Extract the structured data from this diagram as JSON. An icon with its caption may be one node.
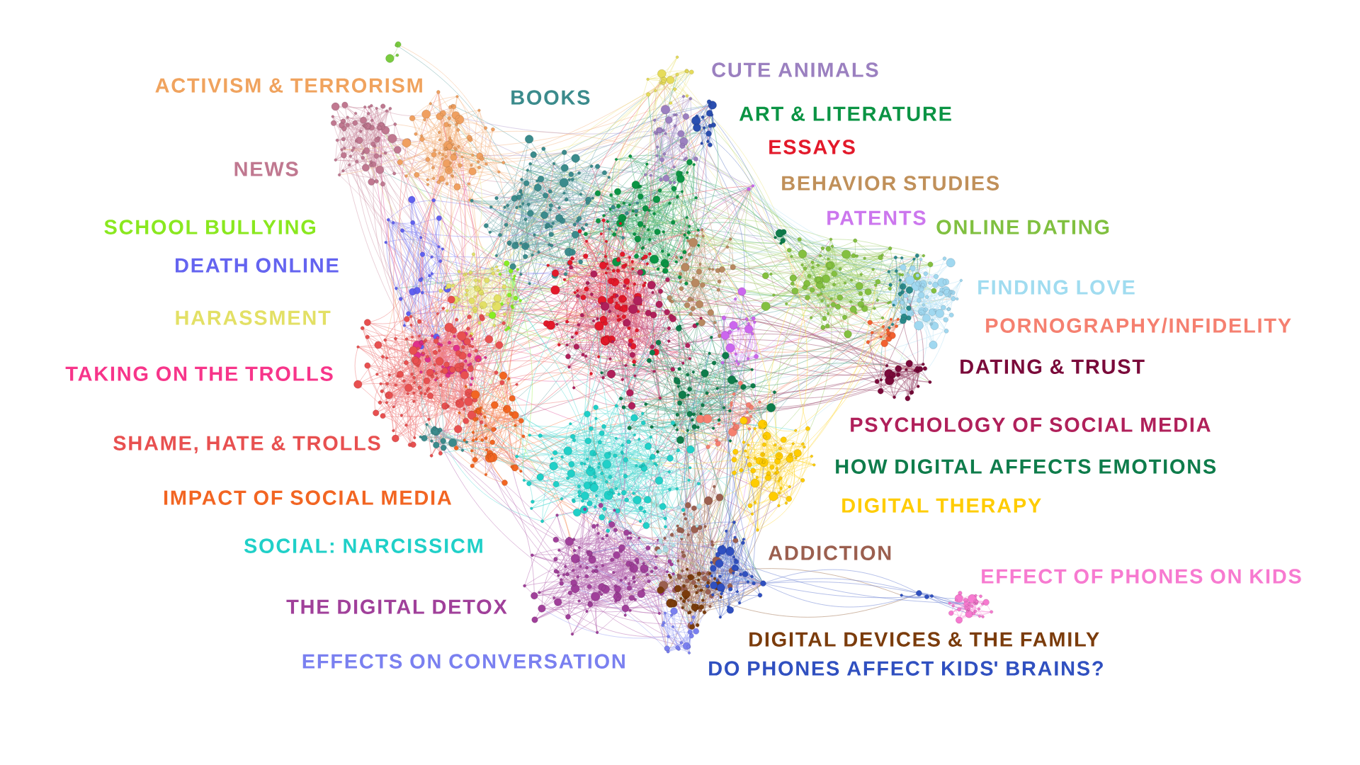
{
  "diagram": {
    "labels": [
      "CUTE ANIMALS",
      "ACTIVISM & TERRORISM",
      "BOOKS",
      "ART & LITERATURE",
      "ESSAYS",
      "NEWS",
      "BEHAVIOR STUDIES",
      "PATENTS",
      "SCHOOL BULLYING",
      "ONLINE DATING",
      "DEATH ONLINE",
      "FINDING LOVE",
      "HARASSMENT",
      "PORNOGRAPHY/INFIDELITY",
      "DATING & TRUST",
      "TAKING ON THE TROLLS",
      "PSYCHOLOGY OF SOCIAL MEDIA",
      "SHAME, HATE & TROLLS",
      "HOW DIGITAL AFFECTS EMOTIONS",
      "IMPACT OF SOCIAL MEDIA",
      "DIGITAL THERAPY",
      "SOCIAL: NARCISSICM",
      "ADDICTION",
      "EFFECT OF PHONES ON KIDS",
      "THE DIGITAL DETOX",
      "DIGITAL DEVICES & THE FAMILY",
      "EFFECTS ON CONVERSATION",
      "DO PHONES AFFECT KIDS' BRAINS?"
    ]
  }
}
